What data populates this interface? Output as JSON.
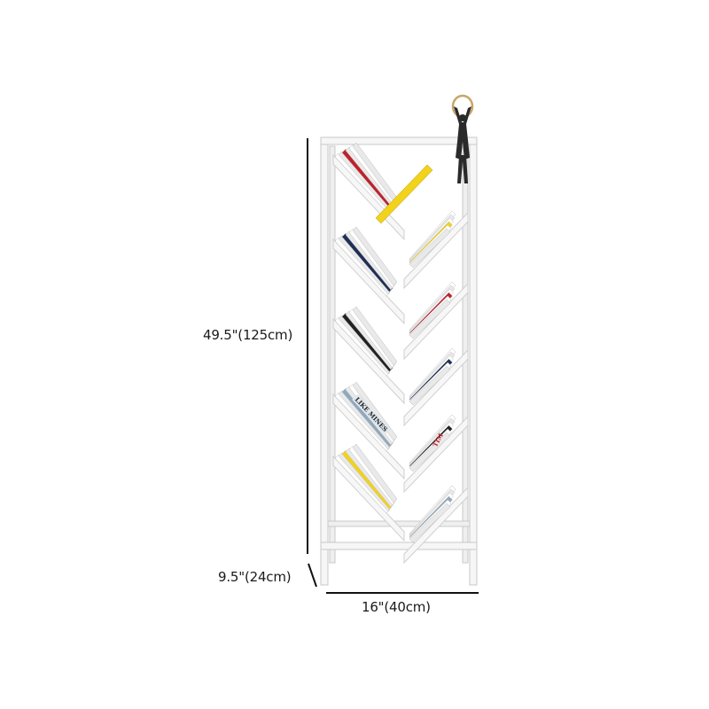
{
  "dimensions": {
    "height": "49.5\"(125cm)",
    "depth": "9.5\"(24cm)",
    "width": "16\"(40cm)"
  },
  "book_spines": [
    "LIKE MINES",
    "TIM"
  ],
  "colors": {
    "frame": "#f4f4f4",
    "frame_edge": "#c9c9c9",
    "dimension_line": "#111111",
    "figurine": "#2a2a2a",
    "figurine_ring": "#c9a56a",
    "accent_books": [
      "#f2d21b",
      "#c0202a",
      "#1f2f55",
      "#222222",
      "#8fa8bd"
    ]
  }
}
